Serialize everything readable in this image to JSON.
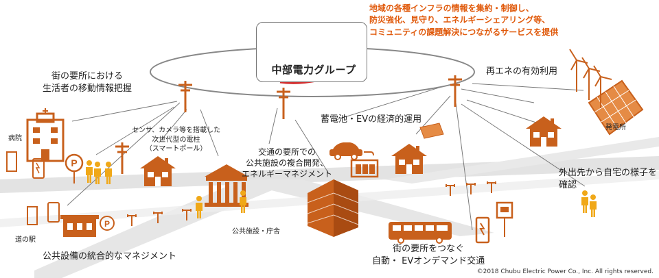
{
  "company": {
    "name": "中部電力グループ"
  },
  "headline": {
    "lines": [
      "地域の各種インフラの情報を集約・制御し、",
      "防災強化、見守り、エネルギーシェアリング等、",
      "コミュニティの課題解決につながるサービスを提供"
    ],
    "color": "#e05a0c"
  },
  "labels": {
    "mobility_info": [
      "街の要所における",
      "生活者の移動情報把握"
    ],
    "renewable": "再エネの有効利用",
    "power_plant": "発電所",
    "hospital": "病院",
    "smart_pole": [
      "センサ、カメラ等を搭載した",
      "次世代型の電柱",
      "（スマートポール）"
    ],
    "storage_ev": "蓄電池・EVの経済的運用",
    "public_dev": [
      "交通の要所での",
      "公共施設の複合開発、",
      "エネルギーマネジメント"
    ],
    "home_check": [
      "外出先から自宅の様子を",
      "確認"
    ],
    "roadside_station": "道の駅",
    "public_facility": "公共施設・庁舎",
    "integrated_mgmt": "公共設備の統合的なマネジメント",
    "on_demand": [
      "街の要所をつなぐ",
      "自動・ EVオンデマンド交通"
    ]
  },
  "copyright": "©2018 Chubu Electric Power Co., Inc. All rights reserved.",
  "colors": {
    "accent": "#c8601c",
    "light_accent": "#e58b45",
    "person": "#f0a818",
    "road": "#e3e3e3"
  }
}
